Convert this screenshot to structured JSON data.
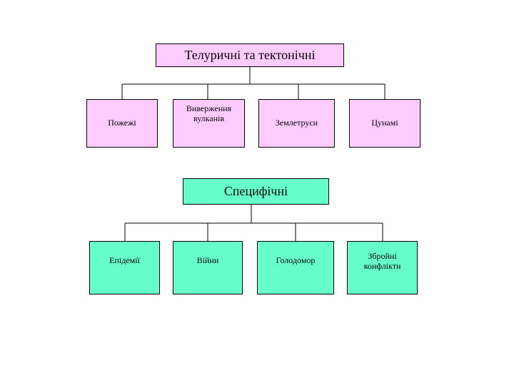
{
  "groups": [
    {
      "title": "Телуричні та тектонічні",
      "color": "#ffccff",
      "children": [
        "Пожежі",
        "Виверження вулканів",
        "Землетруси",
        "Цунамі"
      ]
    },
    {
      "title": "Специфічні",
      "color": "#66ffcc",
      "children": [
        "Епідемії",
        "Війни",
        "Голодомор",
        "Збройні конфлікти"
      ]
    }
  ]
}
